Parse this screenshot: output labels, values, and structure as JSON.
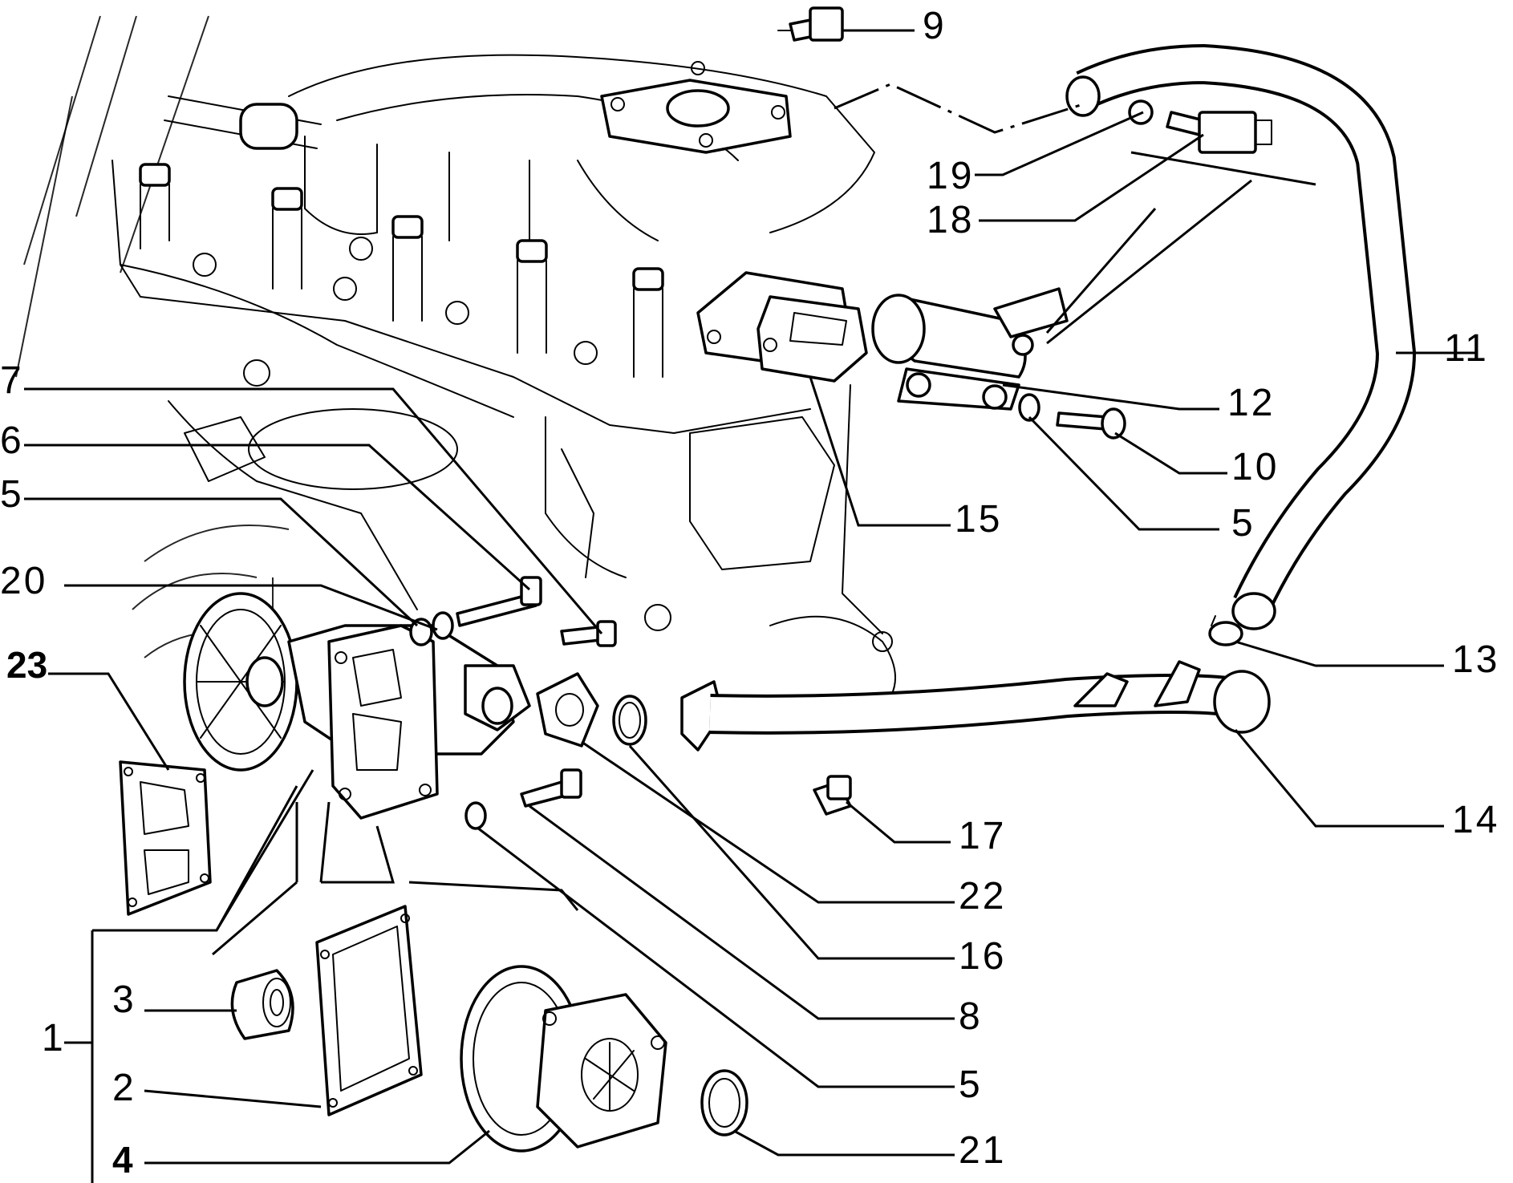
{
  "callouts": {
    "c1": "1",
    "c2": "2",
    "c3": "3",
    "c4": "4",
    "c5a": "5",
    "c5b": "5",
    "c5c": "5",
    "c6": "6",
    "c7": "7",
    "c8": "8",
    "c9": "9",
    "c10": "10",
    "c11": "11",
    "c12": "12",
    "c13": "13",
    "c14": "14",
    "c15": "15",
    "c16": "16",
    "c17": "17",
    "c18": "18",
    "c19": "19",
    "c20": "20",
    "c21": "21",
    "c22": "22",
    "c23": "23"
  }
}
